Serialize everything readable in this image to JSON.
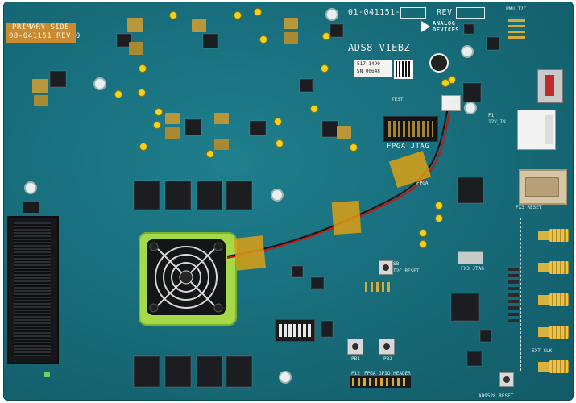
{
  "board": {
    "pcb_color": "#176a78",
    "silkscreen": {
      "part_number": "01-041151-",
      "rev_label": "REV",
      "primary_side_line1": "PRIMARY SIDE",
      "primary_side_line2": "08-041151 REV 0",
      "model": "ADS8-V1EBZ",
      "brand_line1": "ANALOG",
      "brand_line2": "DEVICES",
      "fpga_jtag": "FPGA JTAG",
      "fx3_jtag": "FX3 JTAG",
      "fpga_gpio_header": "FPGA GPIO HEADER",
      "ad9528_reset": "AD9528 RESET",
      "i2c_reset": "I2C RESET",
      "pmu_i2c": "PMU I2C",
      "fan": "FAN",
      "supply_12v": "12V_IN",
      "p1": "P1",
      "p12": "P12",
      "pb1": "PB1",
      "pb2": "PB2",
      "s8": "S8",
      "fx3_reset": "FX3 RESET",
      "ext_clk": "EXT CLK",
      "test_pads": "TEST",
      "fpga_label": "FPGA"
    },
    "stickers": {
      "id1": "517-1490",
      "id2": "SN 00648"
    }
  }
}
